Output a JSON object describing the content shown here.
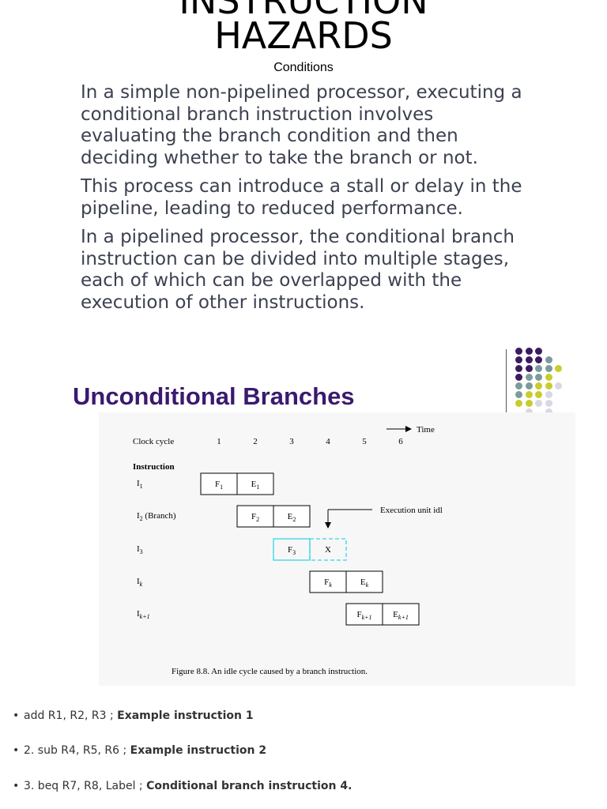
{
  "page": {
    "title_line1": "INSTRUCTION",
    "title_line2": "HAZARDS",
    "subtitle": "Conditions",
    "paragraphs": [
      "In a simple non-pipelined processor, executing a conditional branch instruction involves evaluating the branch condition and then deciding whether to take the branch or not.",
      "This process can introduce a stall or delay in the pipeline, leading to reduced performance.",
      "In a pipelined processor, the conditional branch instruction can be divided into multiple stages, each of which can be overlapped with the execution of other instructions."
    ]
  },
  "slide": {
    "title": "Unconditional Branches",
    "figure": {
      "time_label": "Time",
      "clock_label": "Clock cycle",
      "cycles": [
        "1",
        "2",
        "3",
        "4",
        "5",
        "6"
      ],
      "instruction_header": "Instruction",
      "rows": [
        {
          "label": "I",
          "sub": "1",
          "suffix": "",
          "boxes": [
            {
              "t": "F",
              "s": "1"
            },
            {
              "t": "E",
              "s": "1"
            }
          ]
        },
        {
          "label": "I",
          "sub": "2",
          "suffix": " (Branch)",
          "boxes": [
            {
              "t": "F",
              "s": "2"
            },
            {
              "t": "E",
              "s": "2"
            }
          ]
        },
        {
          "label": "I",
          "sub": "3",
          "suffix": "",
          "boxes": [
            {
              "t": "F",
              "s": "3"
            },
            {
              "t": "X",
              "s": ""
            }
          ]
        },
        {
          "label": "I",
          "sub": "k",
          "suffix": "",
          "boxes": [
            {
              "t": "F",
              "s": "k"
            },
            {
              "t": "E",
              "s": "k"
            }
          ]
        },
        {
          "label": "I",
          "sub": "k+1",
          "suffix": "",
          "boxes": [
            {
              "t": "F",
              "s": "k+1"
            },
            {
              "t": "E",
              "s": "k+1"
            }
          ]
        }
      ],
      "annotation": "Execution unit idl",
      "caption": "Figure 8.8.    An idle cycle caused by a branch instruction.",
      "idle_color": "#33d6e6"
    },
    "dot_colors": {
      "purple": "#3b1a5e",
      "teal": "#7b9c9e",
      "yellow": "#c9cc2e",
      "lavender": "#d9d6e6"
    }
  },
  "bullets": [
    {
      "normal": "add R1, R2, R3 ; ",
      "bold": "Example instruction 1"
    },
    {
      "normal": "2. sub R4, R5, R6 ; ",
      "bold": "Example instruction 2"
    },
    {
      "normal": "3. beq R7, R8, Label ; ",
      "bold": "Conditional branch instruction 4."
    }
  ]
}
